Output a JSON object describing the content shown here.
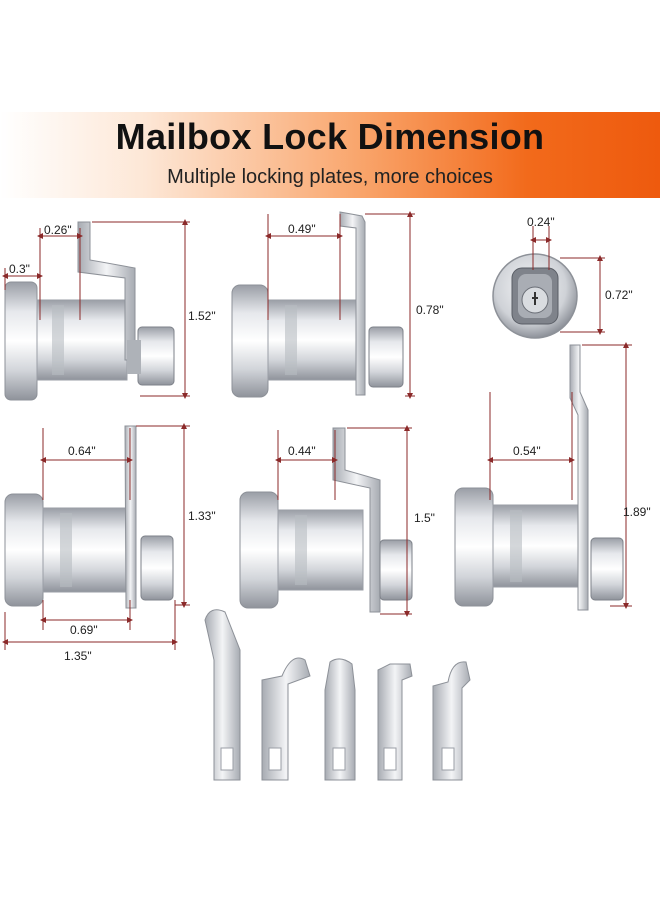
{
  "header": {
    "title": "Mailbox Lock Dimension",
    "subtitle": "Multiple locking plates, more choices"
  },
  "locks": [
    {
      "id": "lock1",
      "labels": [
        "0.26\"",
        "0.3\"",
        "1.52\""
      ]
    },
    {
      "id": "lock2",
      "labels": [
        "0.49\"",
        "0.78\""
      ]
    },
    {
      "id": "front",
      "labels": [
        "0.24\"",
        "0.72\""
      ]
    },
    {
      "id": "lock3",
      "labels": [
        "0.64\"",
        "1.33\"",
        "0.69\"",
        "1.35\""
      ]
    },
    {
      "id": "lock4",
      "labels": [
        "0.44\"",
        "1.5\""
      ]
    },
    {
      "id": "lock5",
      "labels": [
        "0.54\"",
        "1.89\""
      ]
    }
  ],
  "colors": {
    "banner_accent": "#ee5a0e",
    "dimension_line": "#8b2a2a",
    "metal": "#c9ccd2"
  }
}
